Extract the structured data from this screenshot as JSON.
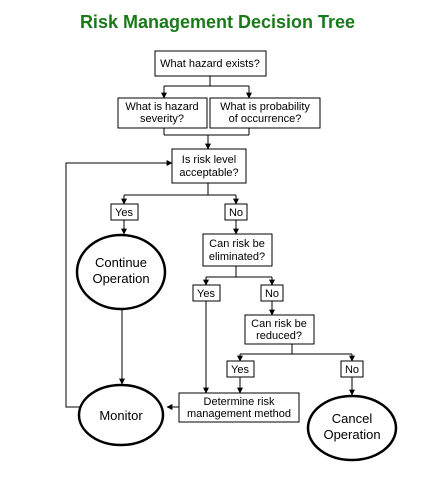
{
  "title": "Risk Management Decision Tree",
  "colors": {
    "title": "#1a7a1a",
    "lines": "#000000",
    "background": "#ffffff"
  },
  "nodes": {
    "hazard": {
      "label": "What hazard exists?"
    },
    "severity": {
      "line1": "What is hazard",
      "line2": "severity?"
    },
    "probability": {
      "line1": "What is probability",
      "line2": "of occurrence?"
    },
    "acceptable": {
      "line1": "Is risk level",
      "line2": "acceptable?"
    },
    "yes1": {
      "label": "Yes"
    },
    "no1": {
      "label": "No"
    },
    "continue": {
      "line1": "Continue",
      "line2": "Operation"
    },
    "eliminate": {
      "line1": "Can risk be",
      "line2": "eliminated?"
    },
    "yes2": {
      "label": "Yes"
    },
    "no2": {
      "label": "No"
    },
    "reduce": {
      "line1": "Can risk be",
      "line2": "reduced?"
    },
    "yes3": {
      "label": "Yes"
    },
    "no3": {
      "label": "No"
    },
    "determine": {
      "line1": "Determine risk",
      "line2": "management method"
    },
    "monitor": {
      "label": "Monitor"
    },
    "cancel": {
      "line1": "Cancel",
      "line2": "Operation"
    }
  }
}
